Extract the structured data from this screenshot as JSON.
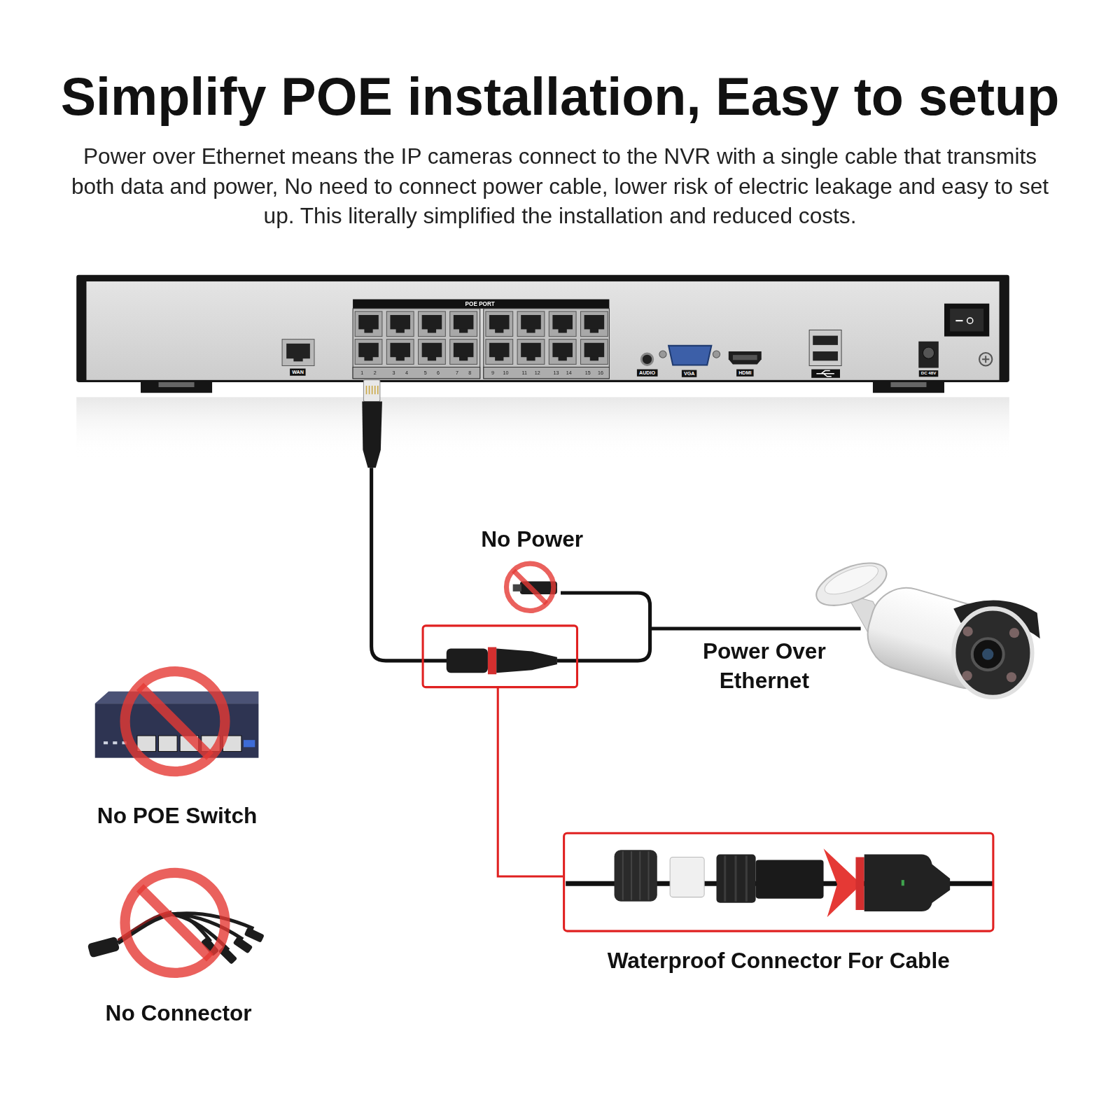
{
  "diagram": {
    "title": "Simplify POE installation, Easy to setup",
    "nodes": [
      {
        "text": [
          "Waterproof Connector For Cable"
        ]
      }
    ],
    "labels": [
      "Power over Ethernet means the IP cameras connect to the NVR with a single cable that transmits both data and power, No need to connect power cable, lower risk of electric leakage and easy to set up. This literally simplified the installation and reduced costs.",
      "POE PORT",
      "WAN",
      "1",
      "2",
      "3",
      "4",
      "5",
      "6",
      "7",
      "8",
      "9",
      "10",
      "11",
      "12",
      "13",
      "14",
      "15",
      "16",
      "AUDIO",
      "VGA",
      "HDMI",
      "DC 48V",
      "No Power",
      "Power Over Ethernet",
      "No POE Switch",
      "No Connector"
    ]
  }
}
